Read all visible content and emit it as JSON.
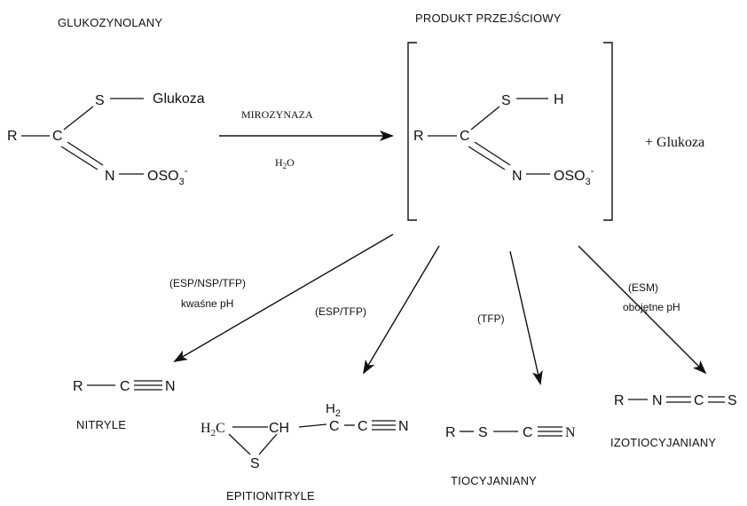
{
  "headings": {
    "reactant": "GLUKOZYNOLANY",
    "intermediate": "PRODUKT PRZEJŚCIOWY"
  },
  "reaction": {
    "enzyme": "MIROZYNAZA",
    "water": "H",
    "water_sub": "2",
    "water_o": "O",
    "byproduct": "+ Glukoza"
  },
  "reactant_atoms": {
    "r": "R",
    "c": "C",
    "s": "S",
    "sugar": "Glukoza",
    "n": "N",
    "oso": "OSO",
    "sub3": "3",
    "minus": "-"
  },
  "intermediate_atoms": {
    "r": "R",
    "c": "C",
    "s": "S",
    "h": "H",
    "n": "N",
    "oso": "OSO",
    "sub3": "3",
    "minus": "-"
  },
  "pathways": {
    "nitrile": {
      "cond1": "(ESP/NSP/TFP)",
      "cond2": "kwaśne pH",
      "name": "NITRYLE"
    },
    "epithionitrile": {
      "cond1": "(ESP/TFP)",
      "name": "EPITIONITRYLE"
    },
    "thiocyanate": {
      "cond1": "(TFP)",
      "name": "TIOCYJANIANY"
    },
    "isothiocyanate": {
      "cond1": "(ESM)",
      "cond2": "obojętne pH",
      "name": "IZOTIOCYJANIANY"
    }
  },
  "nitrile_atoms": {
    "r": "R",
    "c": "C",
    "n": "N"
  },
  "epithio_atoms": {
    "h": "H",
    "h2sub": "2",
    "c": "C",
    "ch": "CH",
    "s": "S",
    "c2": "C",
    "cn": "C",
    "n": "N"
  },
  "thio_atoms": {
    "r": "R",
    "s": "S",
    "c": "C",
    "n": "N"
  },
  "iso_atoms": {
    "r": "R",
    "n": "N",
    "c": "C",
    "s": "S"
  }
}
